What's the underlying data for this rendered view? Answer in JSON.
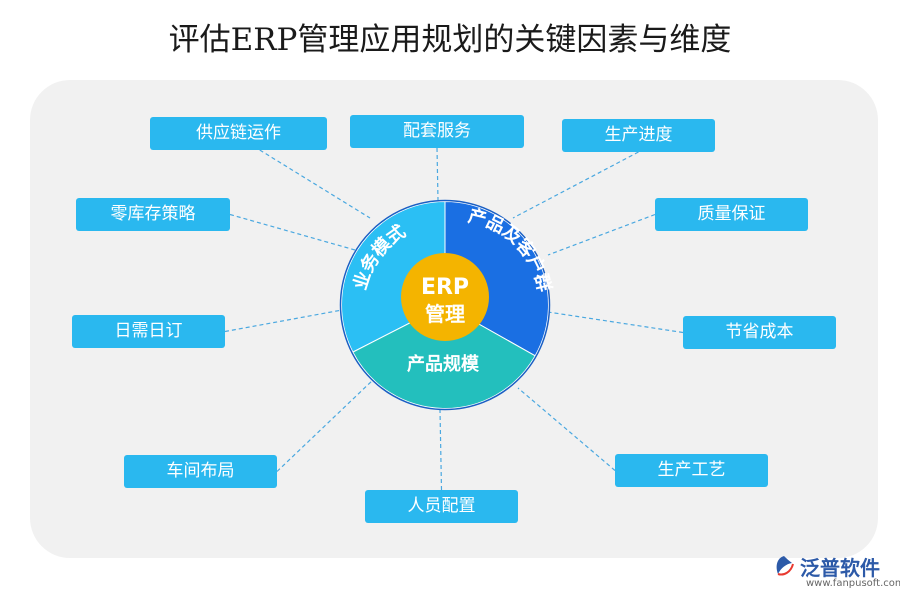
{
  "title": "评估ERP管理应用规划的关键因素与维度",
  "center": {
    "line1": "ERP",
    "line2": "管理"
  },
  "segments": [
    {
      "label": "业务模式",
      "color": "#2bbff4"
    },
    {
      "label": "产品及客户群",
      "color": "#1a6fe3"
    },
    {
      "label": "产品规模",
      "color": "#23bfbd"
    }
  ],
  "factors": [
    {
      "label": "供应链运作"
    },
    {
      "label": "配套服务"
    },
    {
      "label": "生产进度"
    },
    {
      "label": "零库存策略"
    },
    {
      "label": "质量保证"
    },
    {
      "label": "日需日订"
    },
    {
      "label": "节省成本"
    },
    {
      "label": "车间布局"
    },
    {
      "label": "生产工艺"
    },
    {
      "label": "人员配置"
    }
  ],
  "colors": {
    "box": "#2ab8ef",
    "connector": "#4aa8e0",
    "center": "#f4b400",
    "ring_border": "#1a5fc4"
  },
  "logo": {
    "brand": "泛普软件",
    "site": "www.fanpusoft.com"
  }
}
